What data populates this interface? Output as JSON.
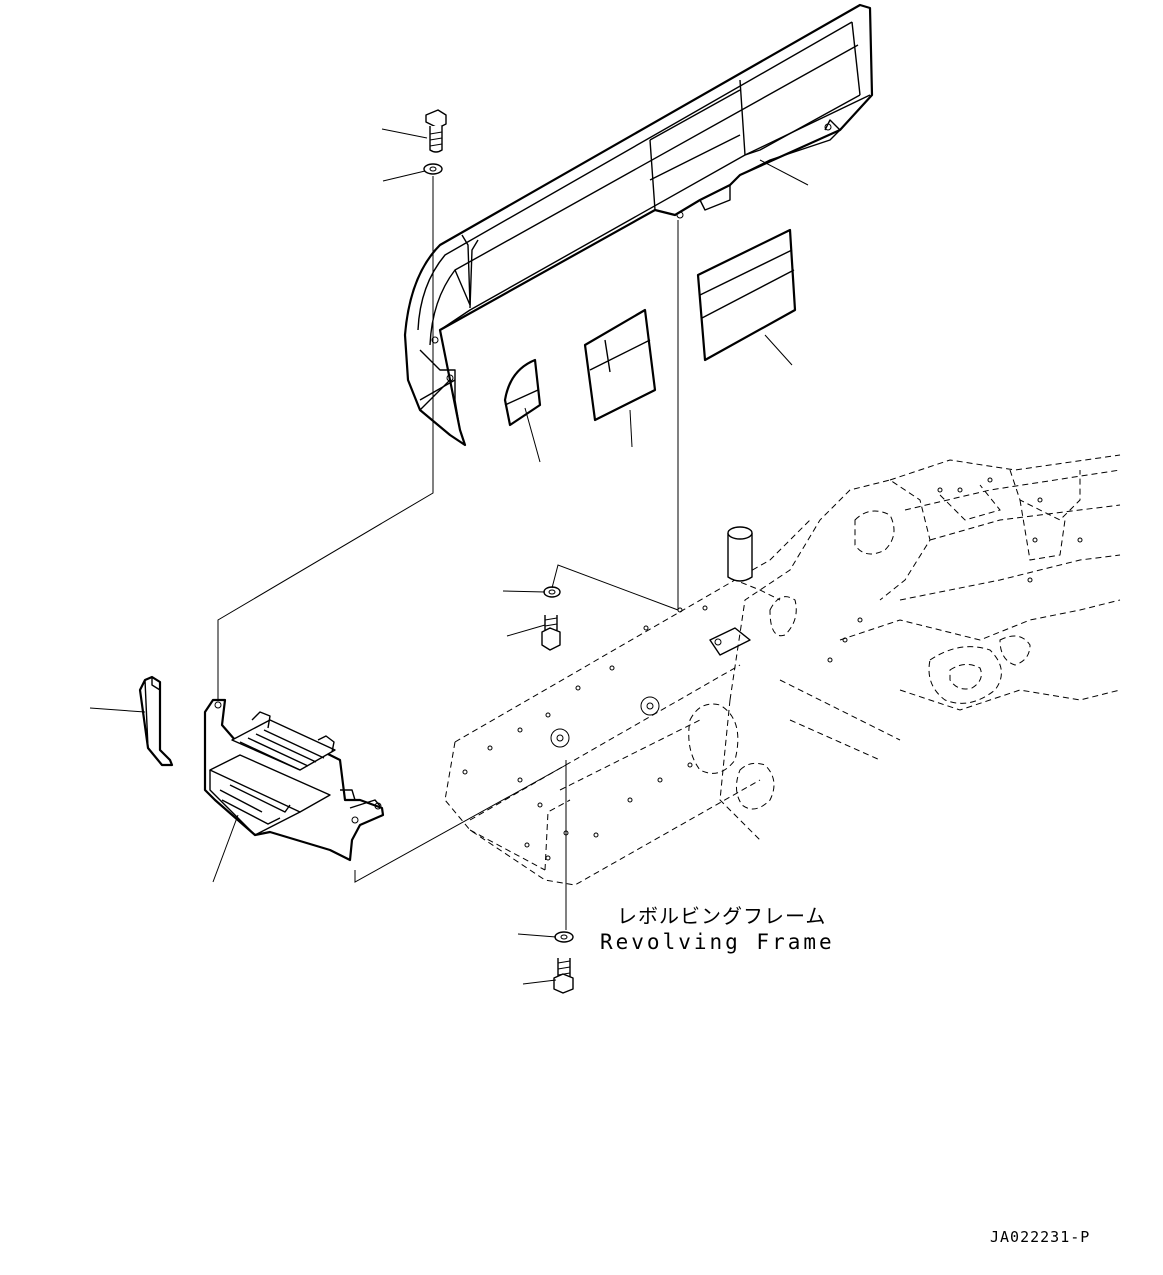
{
  "labels": {
    "frame_jp": "レボルビングフレーム",
    "frame_en": "Revolving Frame"
  },
  "drawing_id": "JA022231-P"
}
